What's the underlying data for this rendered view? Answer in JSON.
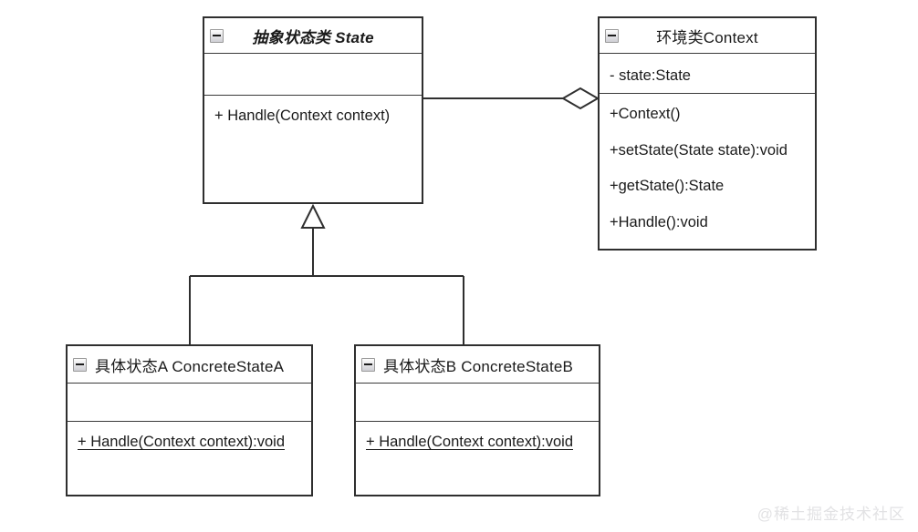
{
  "diagram": {
    "kind": "uml-class-diagram",
    "pattern": "State Pattern",
    "stroke_color": "#2f2f2f",
    "background_color": "#ffffff",
    "watermark": "@稀土掘金技术社区"
  },
  "classes": {
    "state": {
      "name": "抽象状态类 State",
      "stereotype": "abstract",
      "collapse_icon": "minus-box-icon",
      "attributes": [],
      "operations": [
        "+ Handle(Context context)"
      ]
    },
    "context": {
      "name": "环境类Context",
      "collapse_icon": "minus-box-icon",
      "attributes": [
        "- state:State"
      ],
      "operations": [
        "+Context()",
        "+setState(State state):void",
        "+getState():State",
        "+Handle():void"
      ]
    },
    "concrete_state_a": {
      "name": "具体状态A ConcreteStateA",
      "collapse_icon": "minus-box-icon",
      "attributes": [],
      "operations": [
        "+ Handle(Context context):void"
      ]
    },
    "concrete_state_b": {
      "name": "具体状态B ConcreteStateB",
      "collapse_icon": "minus-box-icon",
      "attributes": [],
      "operations": [
        "+ Handle(Context context):void"
      ]
    }
  },
  "relationships": [
    {
      "id": "aggregation-context-state",
      "type": "aggregation",
      "from": "context",
      "to": "state",
      "marker": "hollow-diamond",
      "marker_end": "context"
    },
    {
      "id": "generalization-a-state",
      "type": "generalization",
      "from": "concrete_state_a",
      "to": "state",
      "marker": "hollow-triangle"
    },
    {
      "id": "generalization-b-state",
      "type": "generalization",
      "from": "concrete_state_b",
      "to": "state",
      "marker": "hollow-triangle"
    }
  ]
}
